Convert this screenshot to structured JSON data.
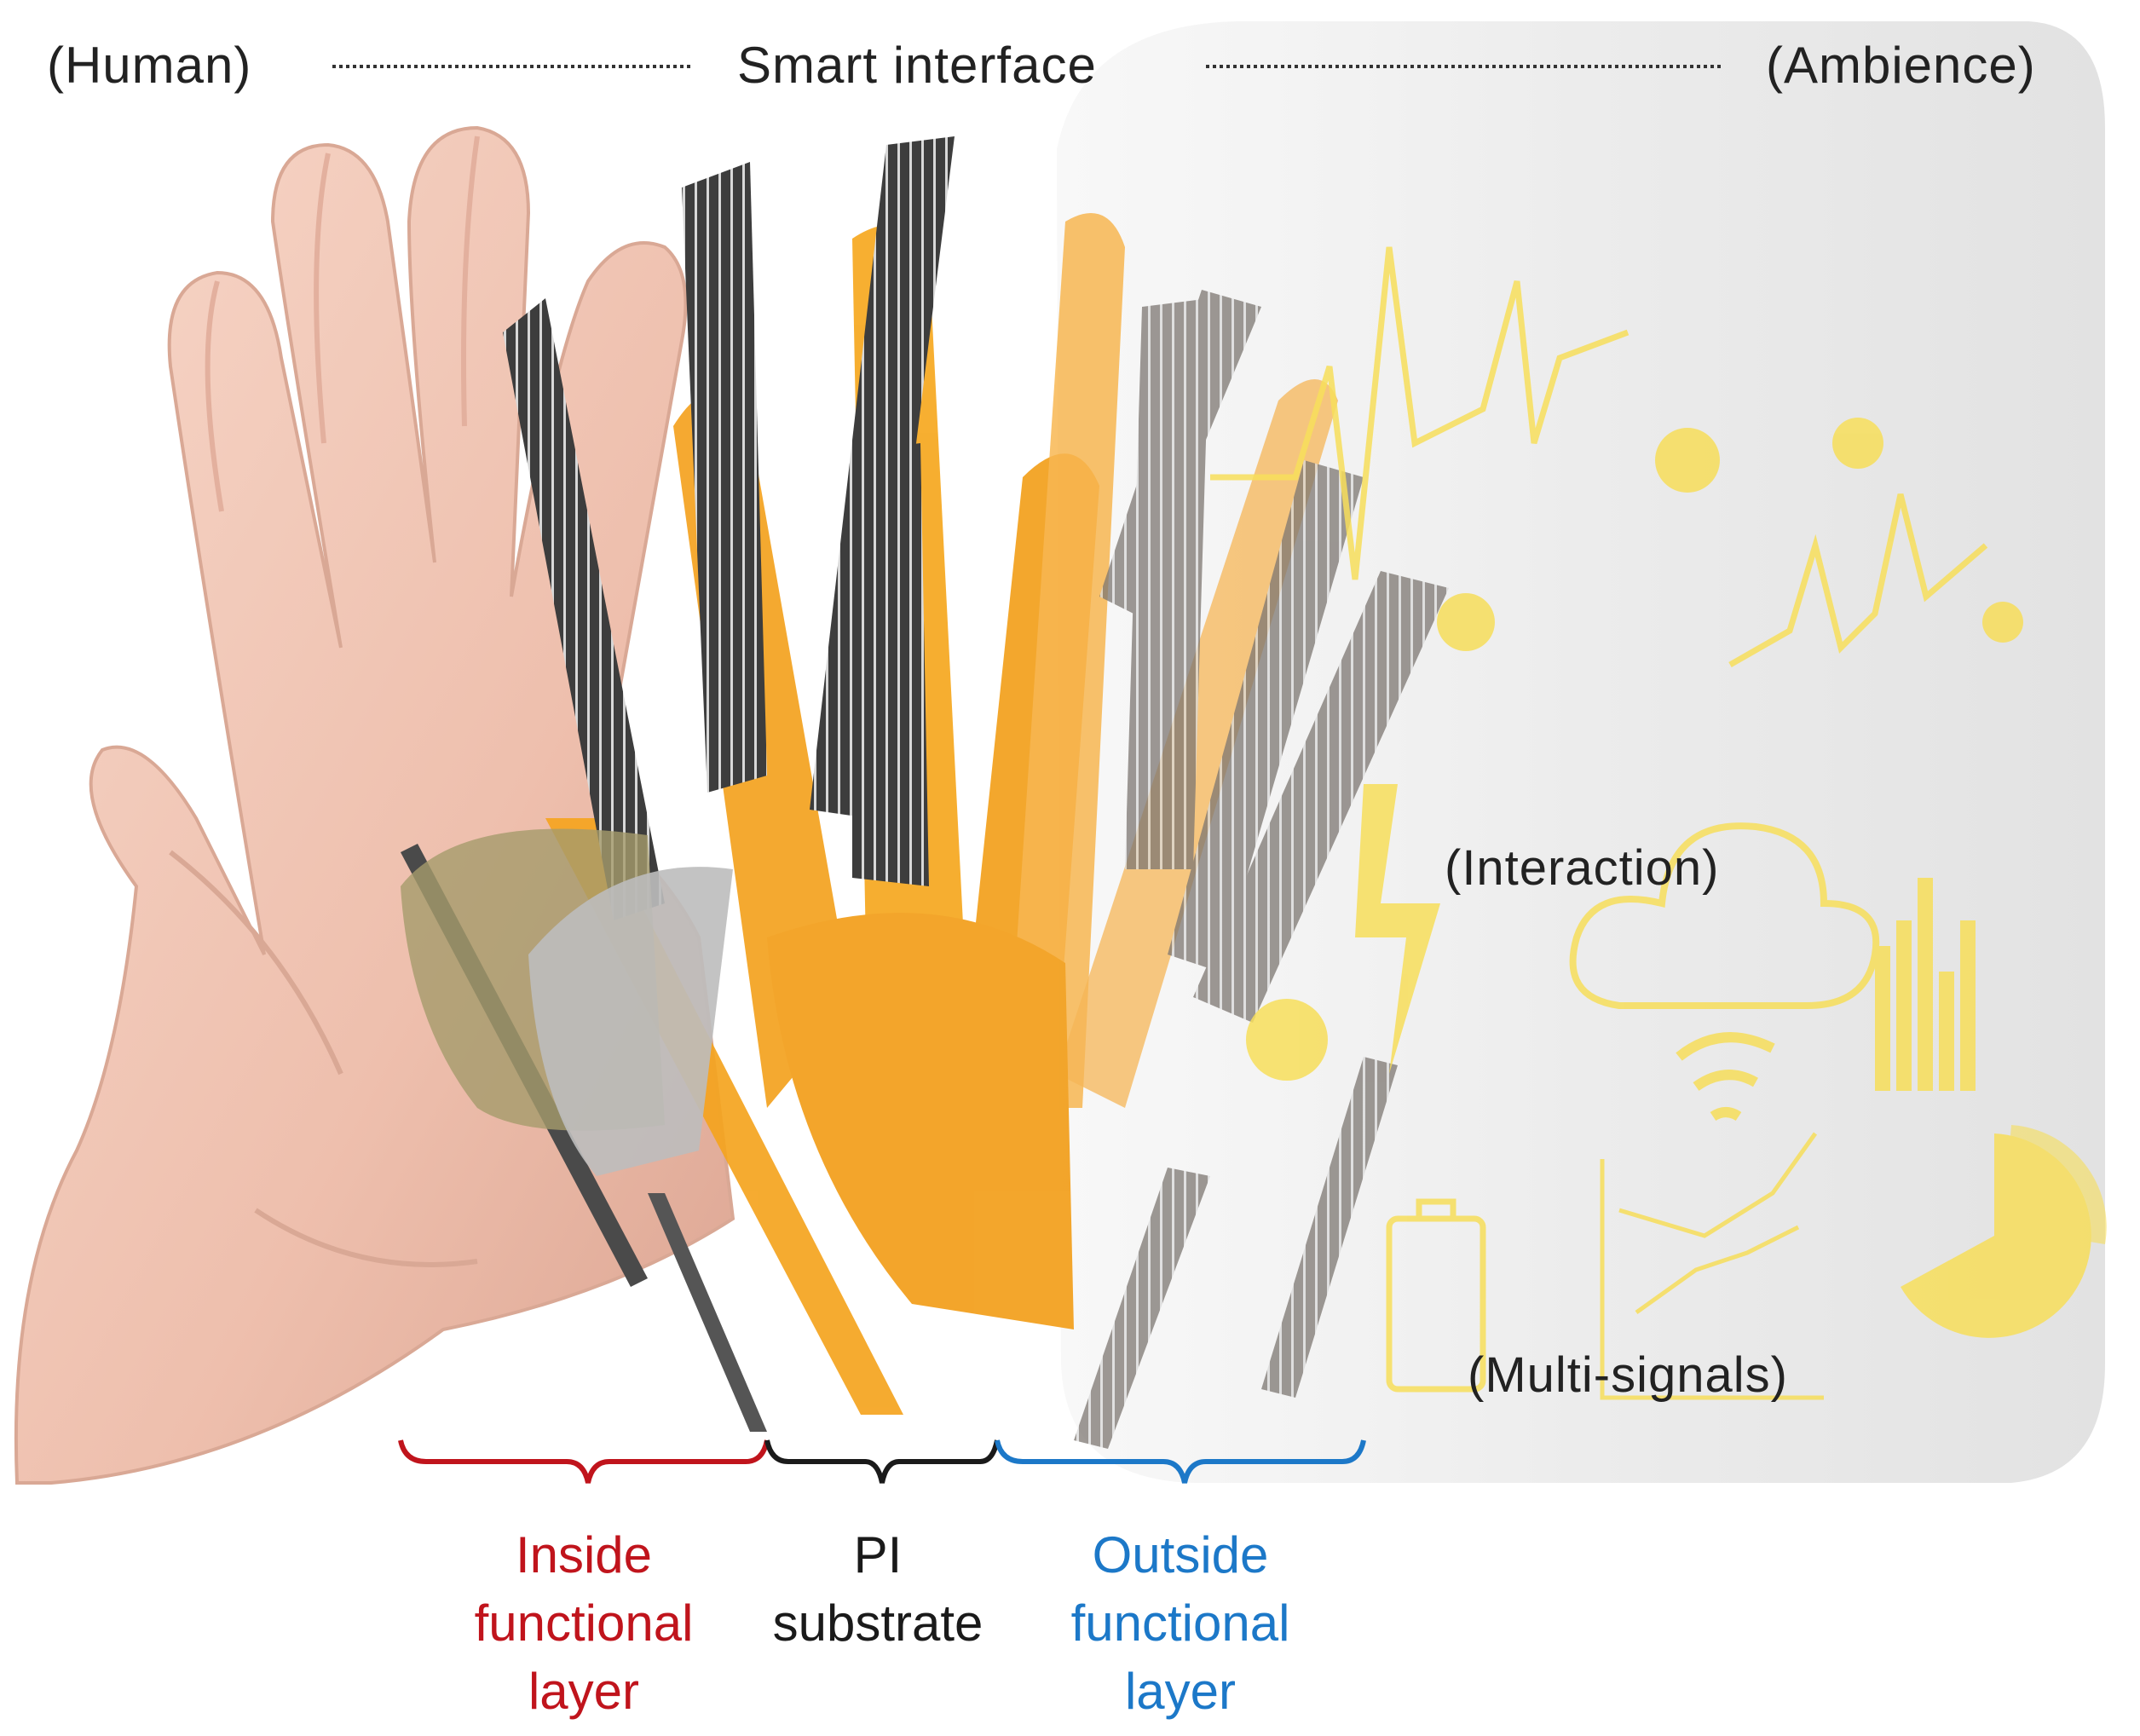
{
  "header": {
    "left_label": "(Human)",
    "center_label": "Smart interface",
    "right_label": "(Ambience)"
  },
  "ambience": {
    "interaction_label": "(Interaction)",
    "signals_label": "(Multi-signals)"
  },
  "layers": [
    {
      "key": "inside",
      "label": "Inside\nfunctional\nlayer",
      "color": "#c0141c"
    },
    {
      "key": "pi",
      "label": "PI\nsubstrate",
      "color": "#1a1a1a"
    },
    {
      "key": "outside",
      "label": "Outside\nfunctional\nlayer",
      "color": "#1c78c8"
    }
  ],
  "colors": {
    "skin": "#f2c9b8",
    "substrate": "#f4a21f",
    "electrode": "#3a3a3a",
    "signal": "#f7de5a",
    "ambience_panel": "#ececec"
  },
  "icons": [
    "hand-icon",
    "heartbeat-icon",
    "cloud-icon",
    "wifi-icon",
    "battery-icon",
    "bar-chart-icon",
    "pie-chart-icon",
    "scatter-chart-icon",
    "lightning-icon",
    "coin-icon"
  ]
}
